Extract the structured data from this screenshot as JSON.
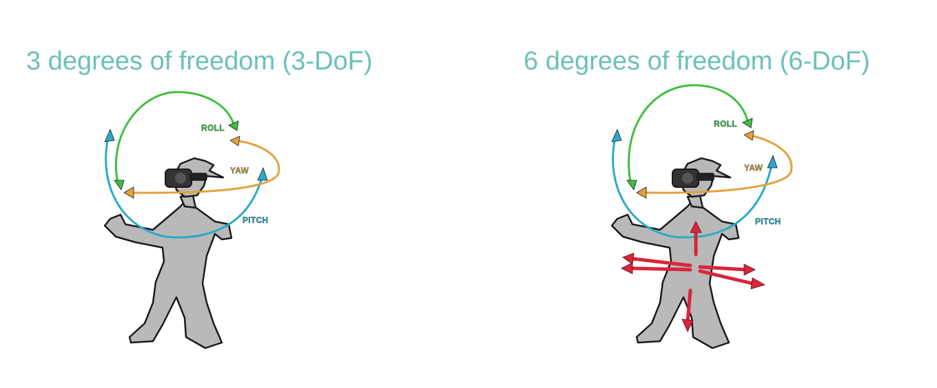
{
  "colors": {
    "title": "#6cc1b7",
    "roll": "#3fbf3f",
    "yaw": "#e2a23c",
    "pitch": "#2aa9c9",
    "body": "#b9b9b9",
    "body_shadow": "#8c8c8c",
    "outline": "#1a1a1a",
    "headset": "#333333",
    "translation": "#d9253a"
  },
  "left_panel": {
    "title": "3 degrees of freedom (3-DoF)",
    "labels": {
      "roll": "ROLL",
      "yaw": "YAW",
      "pitch": "PITCH"
    }
  },
  "right_panel": {
    "title": "6 degrees of freedom (6-DoF)",
    "labels": {
      "roll": "ROLL",
      "yaw": "YAW",
      "pitch": "PITCH"
    }
  },
  "icons": {
    "figure": "vr-headset-person-icon",
    "rotation": "rotation-arrow-icon",
    "translation": "translation-arrow-icon"
  }
}
